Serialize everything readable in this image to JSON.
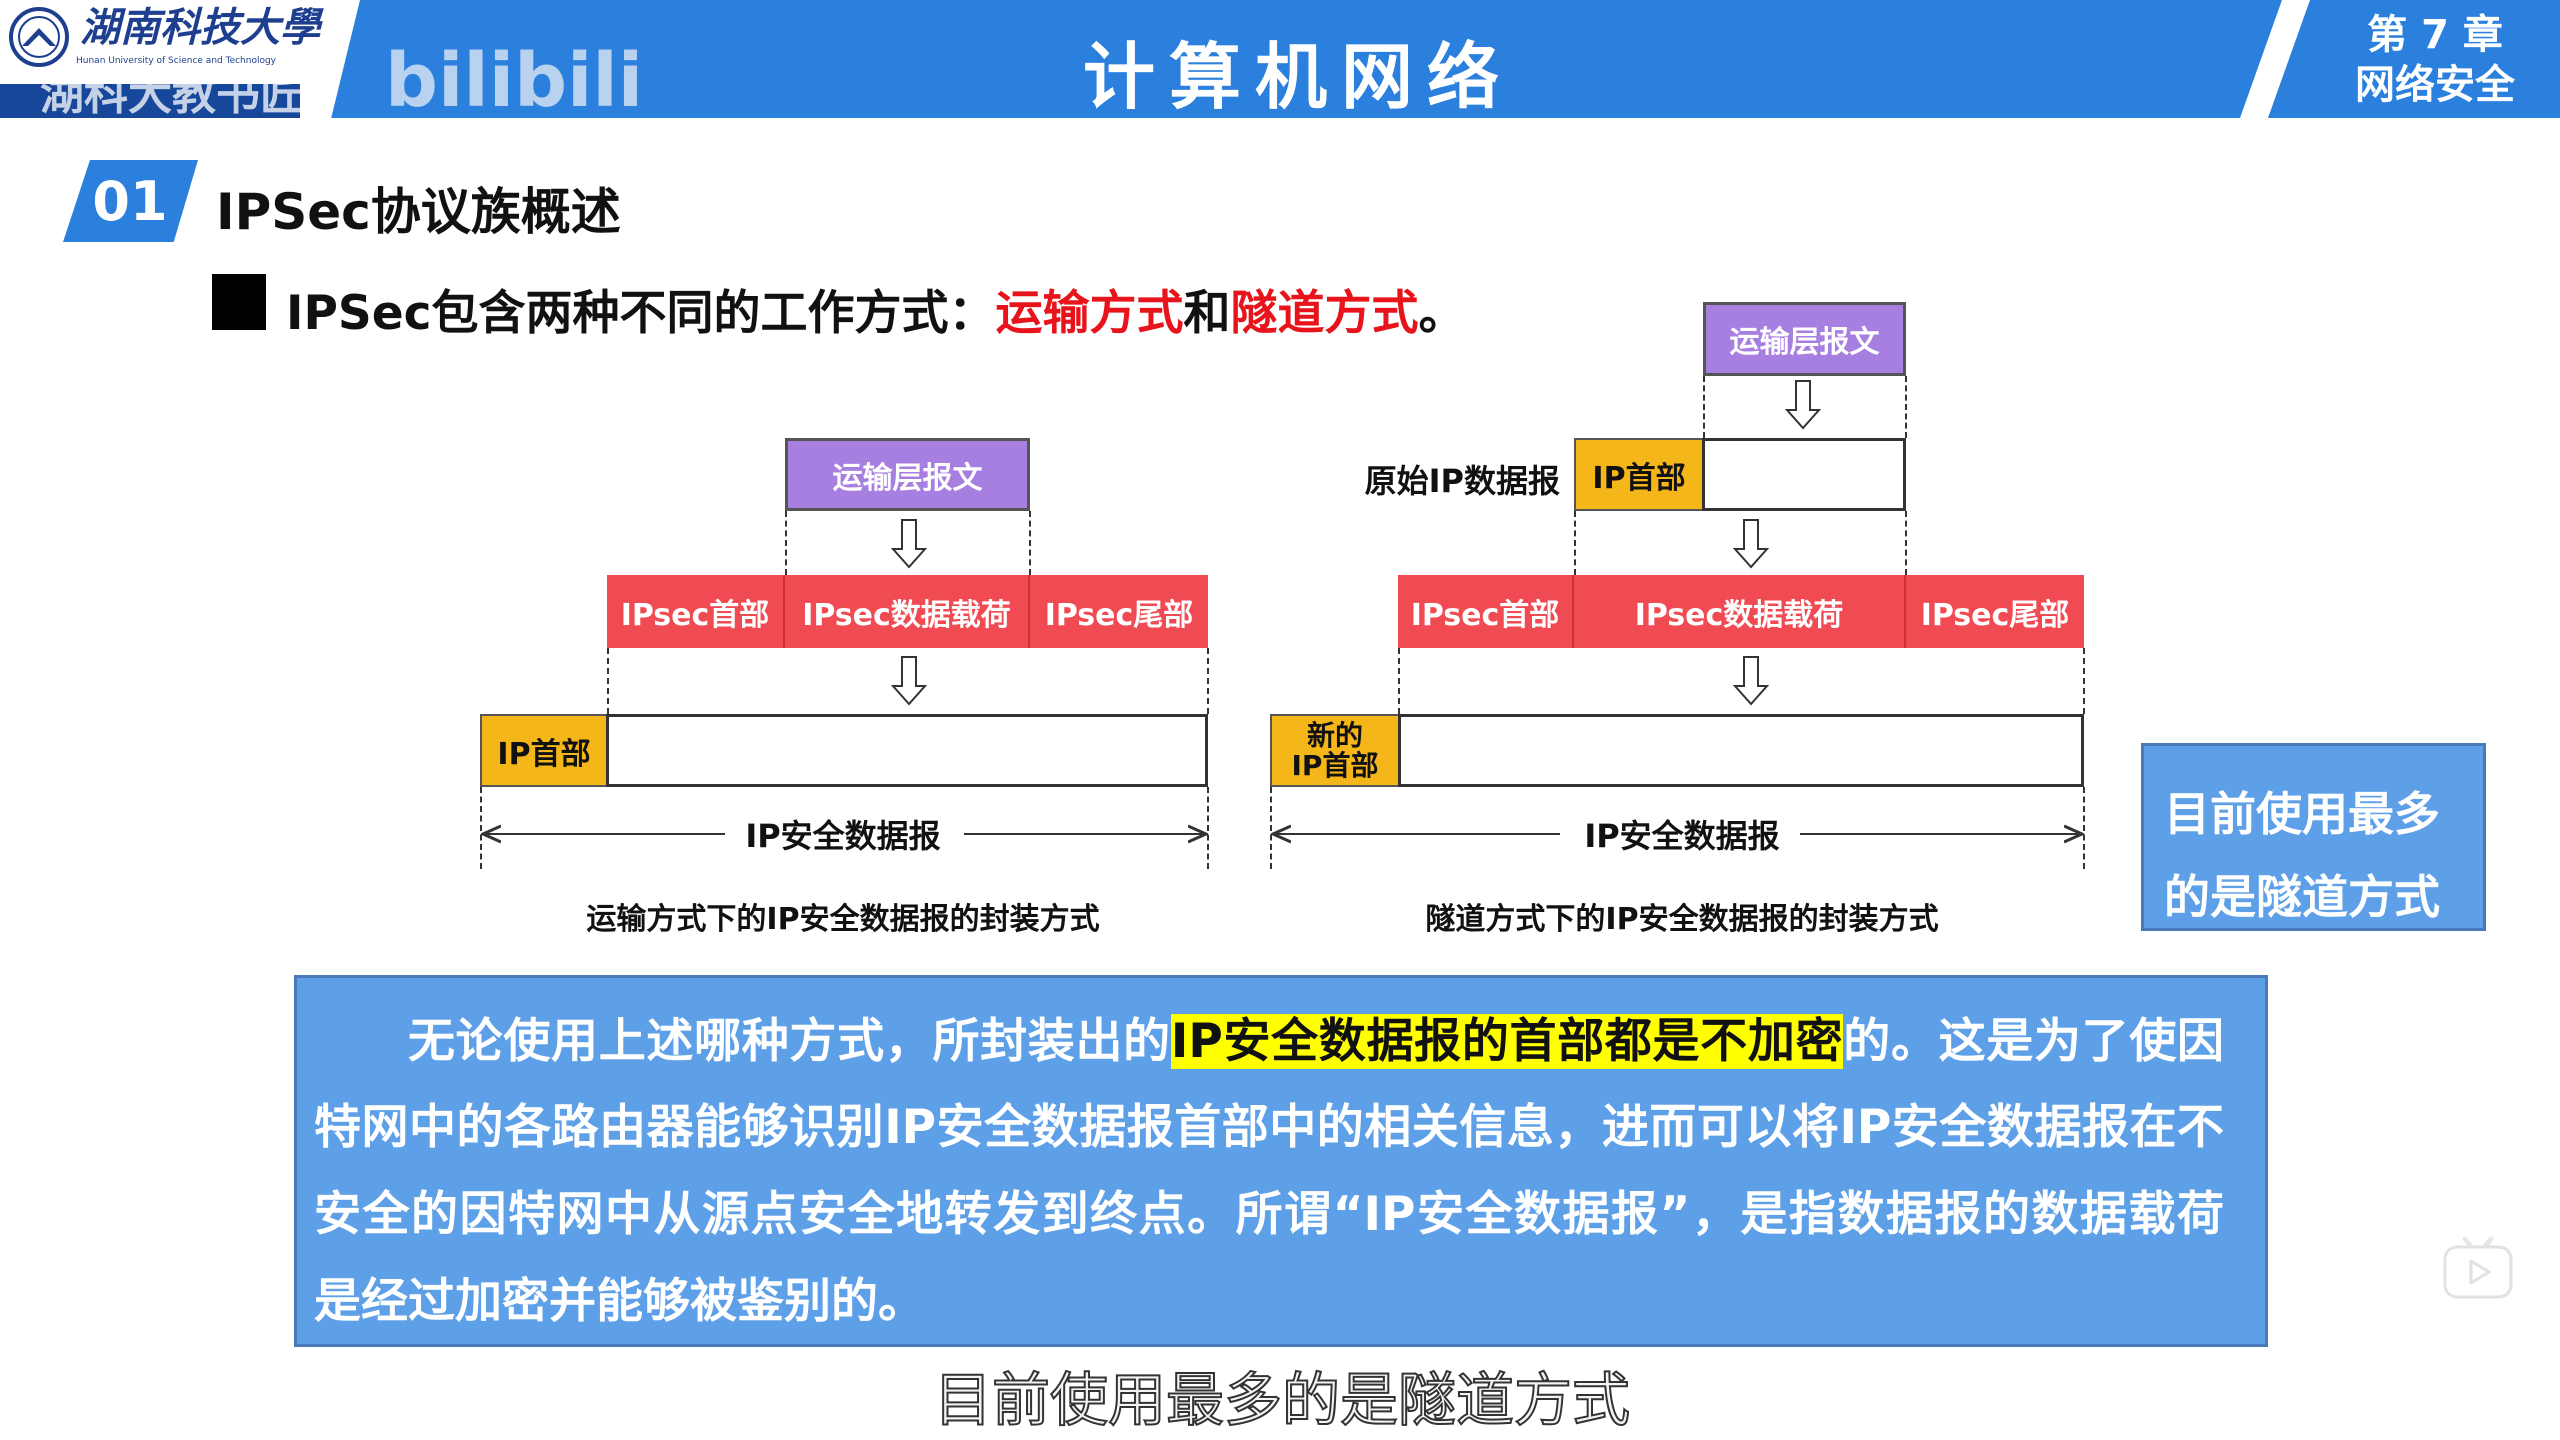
{
  "header": {
    "university_cn": "湖南科技大學",
    "university_en": "Hunan University of Science and Technology",
    "course_title": "计算机网络",
    "chapter": "第 7 章",
    "chapter_name": "网络安全",
    "watermark_channel": "湖科大教书匠",
    "watermark_brand": "bilibili",
    "color_primary": "#2a80dc"
  },
  "section": {
    "number": "01",
    "title": "IPSec协议族概述"
  },
  "bullet": {
    "prefix": "IPSec包含两种不同的工作方式：",
    "mode1": "运输方式",
    "and": "和",
    "mode2": "隧道方式",
    "suffix": "。"
  },
  "diagram_transport": {
    "transport_segment": "运输层报文",
    "ipsec_header": "IPsec首部",
    "ipsec_payload": "IPsec数据载荷",
    "ipsec_trailer": "IPsec尾部",
    "ip_header": "IP首部",
    "datagram_label": "IP安全数据报",
    "caption": "运输方式下的IP安全数据报的封装方式"
  },
  "diagram_tunnel": {
    "transport_segment": "运输层报文",
    "original_label": "原始IP数据报",
    "ip_header": "IP首部",
    "ipsec_header": "IPsec首部",
    "ipsec_payload": "IPsec数据载荷",
    "ipsec_trailer": "IPsec尾部",
    "new_ip_header_1": "新的",
    "new_ip_header_2": "IP首部",
    "datagram_label": "IP安全数据报",
    "caption": "隧道方式下的IP安全数据报的封装方式"
  },
  "note": {
    "line1": "目前使用最多",
    "line2": "的是隧道方式"
  },
  "paragraph": {
    "l1a": "无论使用上述哪种方式，所封装出的",
    "l1h": "IP安全数据报的首部都是不加密",
    "l1b": "的。这是为了使因",
    "l2": "特网中的各路由器能够识别IP安全数据报首部中的相关信息，进而可以将IP安全数据报在不",
    "l3": "安全的因特网中从源点安全地转发到终点。所谓“IP安全数据报”，是指数据报的数据载荷",
    "l4": "是经过加密并能够被鉴别的。"
  },
  "subtitle": "目前使用最多的是隧道方式"
}
